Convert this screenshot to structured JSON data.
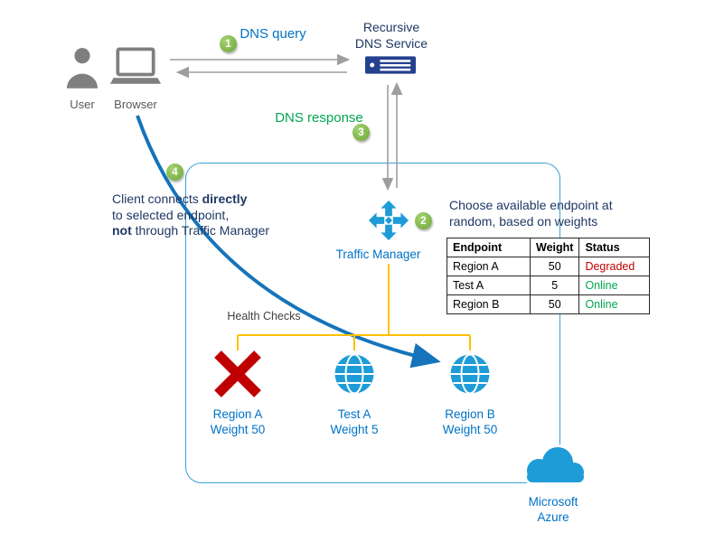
{
  "actors": {
    "user_label": "User",
    "browser_label": "Browser"
  },
  "dns": {
    "service_line1": "Recursive",
    "service_line2": "DNS Service",
    "query_label": "DNS query",
    "response_label": "DNS response"
  },
  "steps": {
    "one": "1",
    "two": "2",
    "three": "3",
    "four": "4"
  },
  "client_note": {
    "l1a": "Client connects ",
    "l1b": "directly",
    "l2": "to selected endpoint,",
    "l3a": "not",
    "l3b": " through Traffic Manager"
  },
  "traffic_manager": {
    "label": "Traffic Manager"
  },
  "choose_note": {
    "line1": "Choose available endpoint at",
    "line2": "random, based on weights"
  },
  "table": {
    "headers": [
      "Endpoint",
      "Weight",
      "Status"
    ],
    "rows": [
      {
        "endpoint": "Region A",
        "weight": "50",
        "status": "Degraded",
        "status_color": "#c00000"
      },
      {
        "endpoint": "Test A",
        "weight": "5",
        "status": "Online",
        "status_color": "#00a651"
      },
      {
        "endpoint": "Region B",
        "weight": "50",
        "status": "Online",
        "status_color": "#00a651"
      }
    ]
  },
  "health_checks_label": "Health Checks",
  "endpoints": [
    {
      "name": "Region A",
      "weight": "Weight 50",
      "state": "failed"
    },
    {
      "name": "Test A",
      "weight": "Weight 5",
      "state": "online"
    },
    {
      "name": "Region B",
      "weight": "Weight 50",
      "state": "online"
    }
  ],
  "azure": {
    "line1": "Microsoft",
    "line2": "Azure"
  },
  "colors": {
    "accent_blue": "#0072c6",
    "icon_blue": "#1e9cd7",
    "navy": "#1f3864",
    "step_green": "#6ba635",
    "health_line": "#ffc000",
    "error_red": "#c00000",
    "online_green": "#00a651",
    "arrow_gray": "#9e9e9e",
    "boundary_blue": "#39a0d9"
  }
}
